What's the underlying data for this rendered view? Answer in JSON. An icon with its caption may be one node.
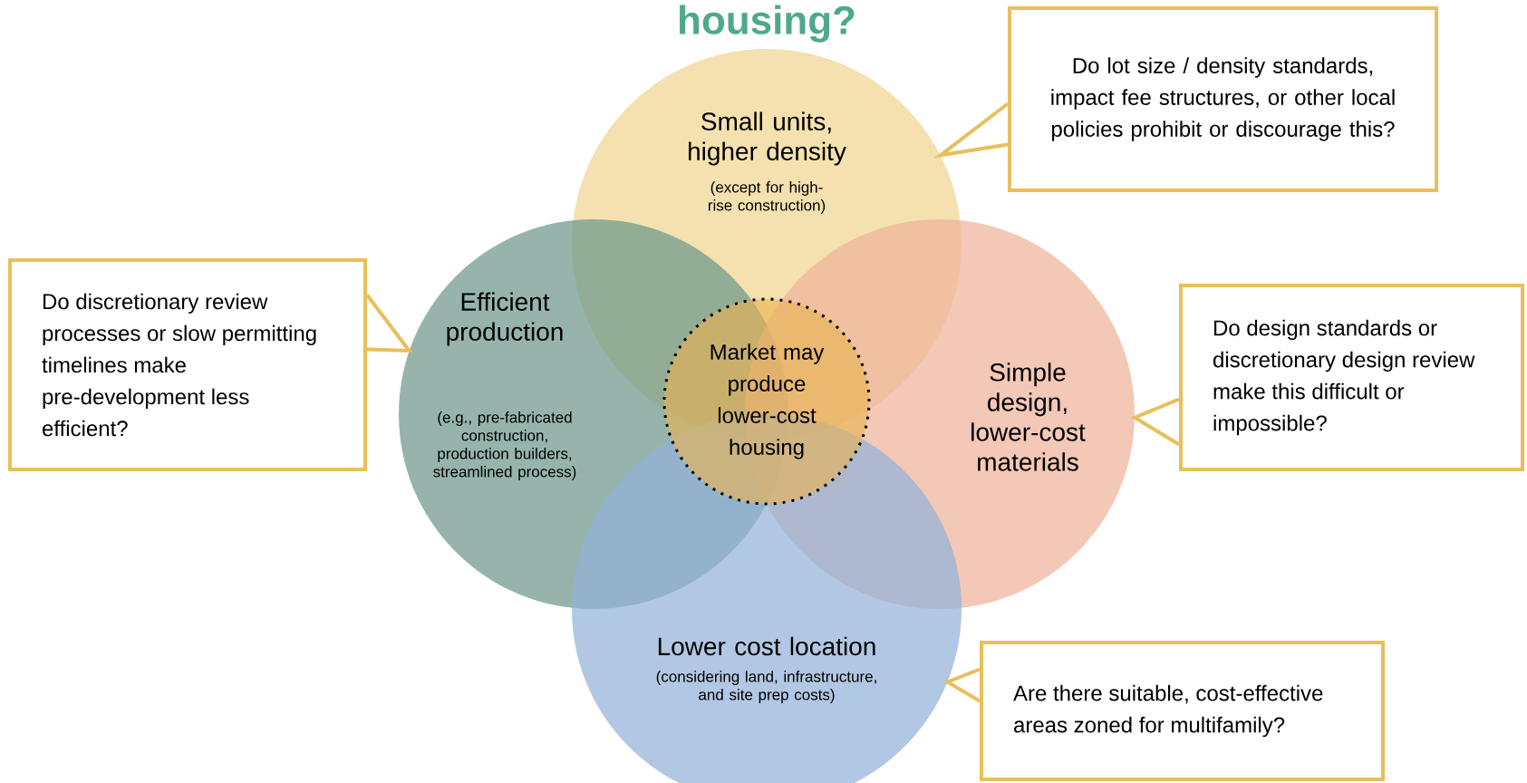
{
  "diagram": {
    "title": "housing?",
    "nodes": [
      {
        "text": [
          "Small units, higher density",
          "(except for high-rise construction)"
        ]
      },
      {
        "text": [
          "Efficient production",
          "(e.g., pre-fabricated construction, production builders, streamlined process)"
        ]
      },
      {
        "text": [
          "Market may produce lower-cost housing"
        ]
      },
      {
        "text": [
          "Simple design, lower-cost materials"
        ]
      },
      {
        "text": [
          "Lower cost location",
          "(considering land, infrastructure, and site prep costs)"
        ]
      },
      {
        "text": [
          "Do lot size / density standards, impact fee structures, or other local policies prohibit or discourage this?"
        ]
      },
      {
        "text": [
          "Do discretionary review processes or slow permitting timelines make pre-development less efficient?"
        ]
      },
      {
        "text": [
          "Do design standards or discretionary design review make this difficult or impossible?"
        ]
      },
      {
        "text": [
          "Are there suitable, cost-effective areas zoned for multifamily?"
        ]
      }
    ],
    "edges": [
      {
        "from": 5,
        "to": 0,
        "arrow": "to"
      },
      {
        "from": 6,
        "to": 1,
        "arrow": "to"
      },
      {
        "from": 7,
        "to": 3,
        "arrow": "to"
      },
      {
        "from": 8,
        "to": 4,
        "arrow": "to"
      }
    ]
  }
}
